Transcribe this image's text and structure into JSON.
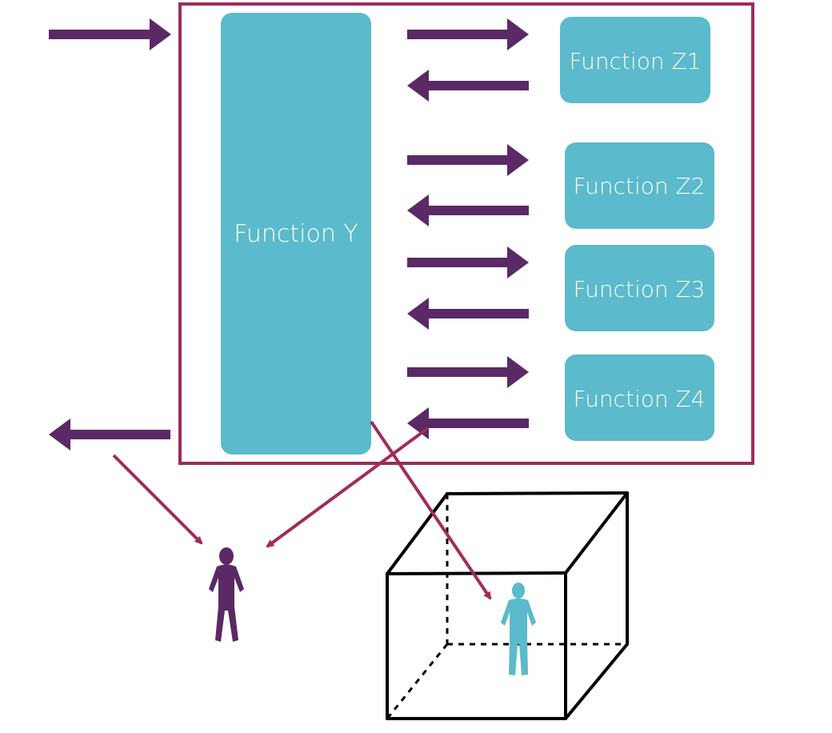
{
  "colors": {
    "container_border": "#9a2d5b",
    "function_box": "#5bbacb",
    "flow_arrow": "#5b2966",
    "pointer_arrow": "#a12c58",
    "person_left": "#5b2966",
    "person_inside": "#5bbacb",
    "cube_line": "#000000",
    "label_text": "#ffffff"
  },
  "diagram": {
    "function_y": {
      "label": "Function Y"
    },
    "functions_z": [
      {
        "label": "Function Z1"
      },
      {
        "label": "Function Z2"
      },
      {
        "label": "Function Z3"
      },
      {
        "label": "Function Z4"
      }
    ],
    "icons": [
      "arrow-right-icon",
      "arrow-left-icon",
      "person-icon",
      "cube-icon"
    ]
  }
}
